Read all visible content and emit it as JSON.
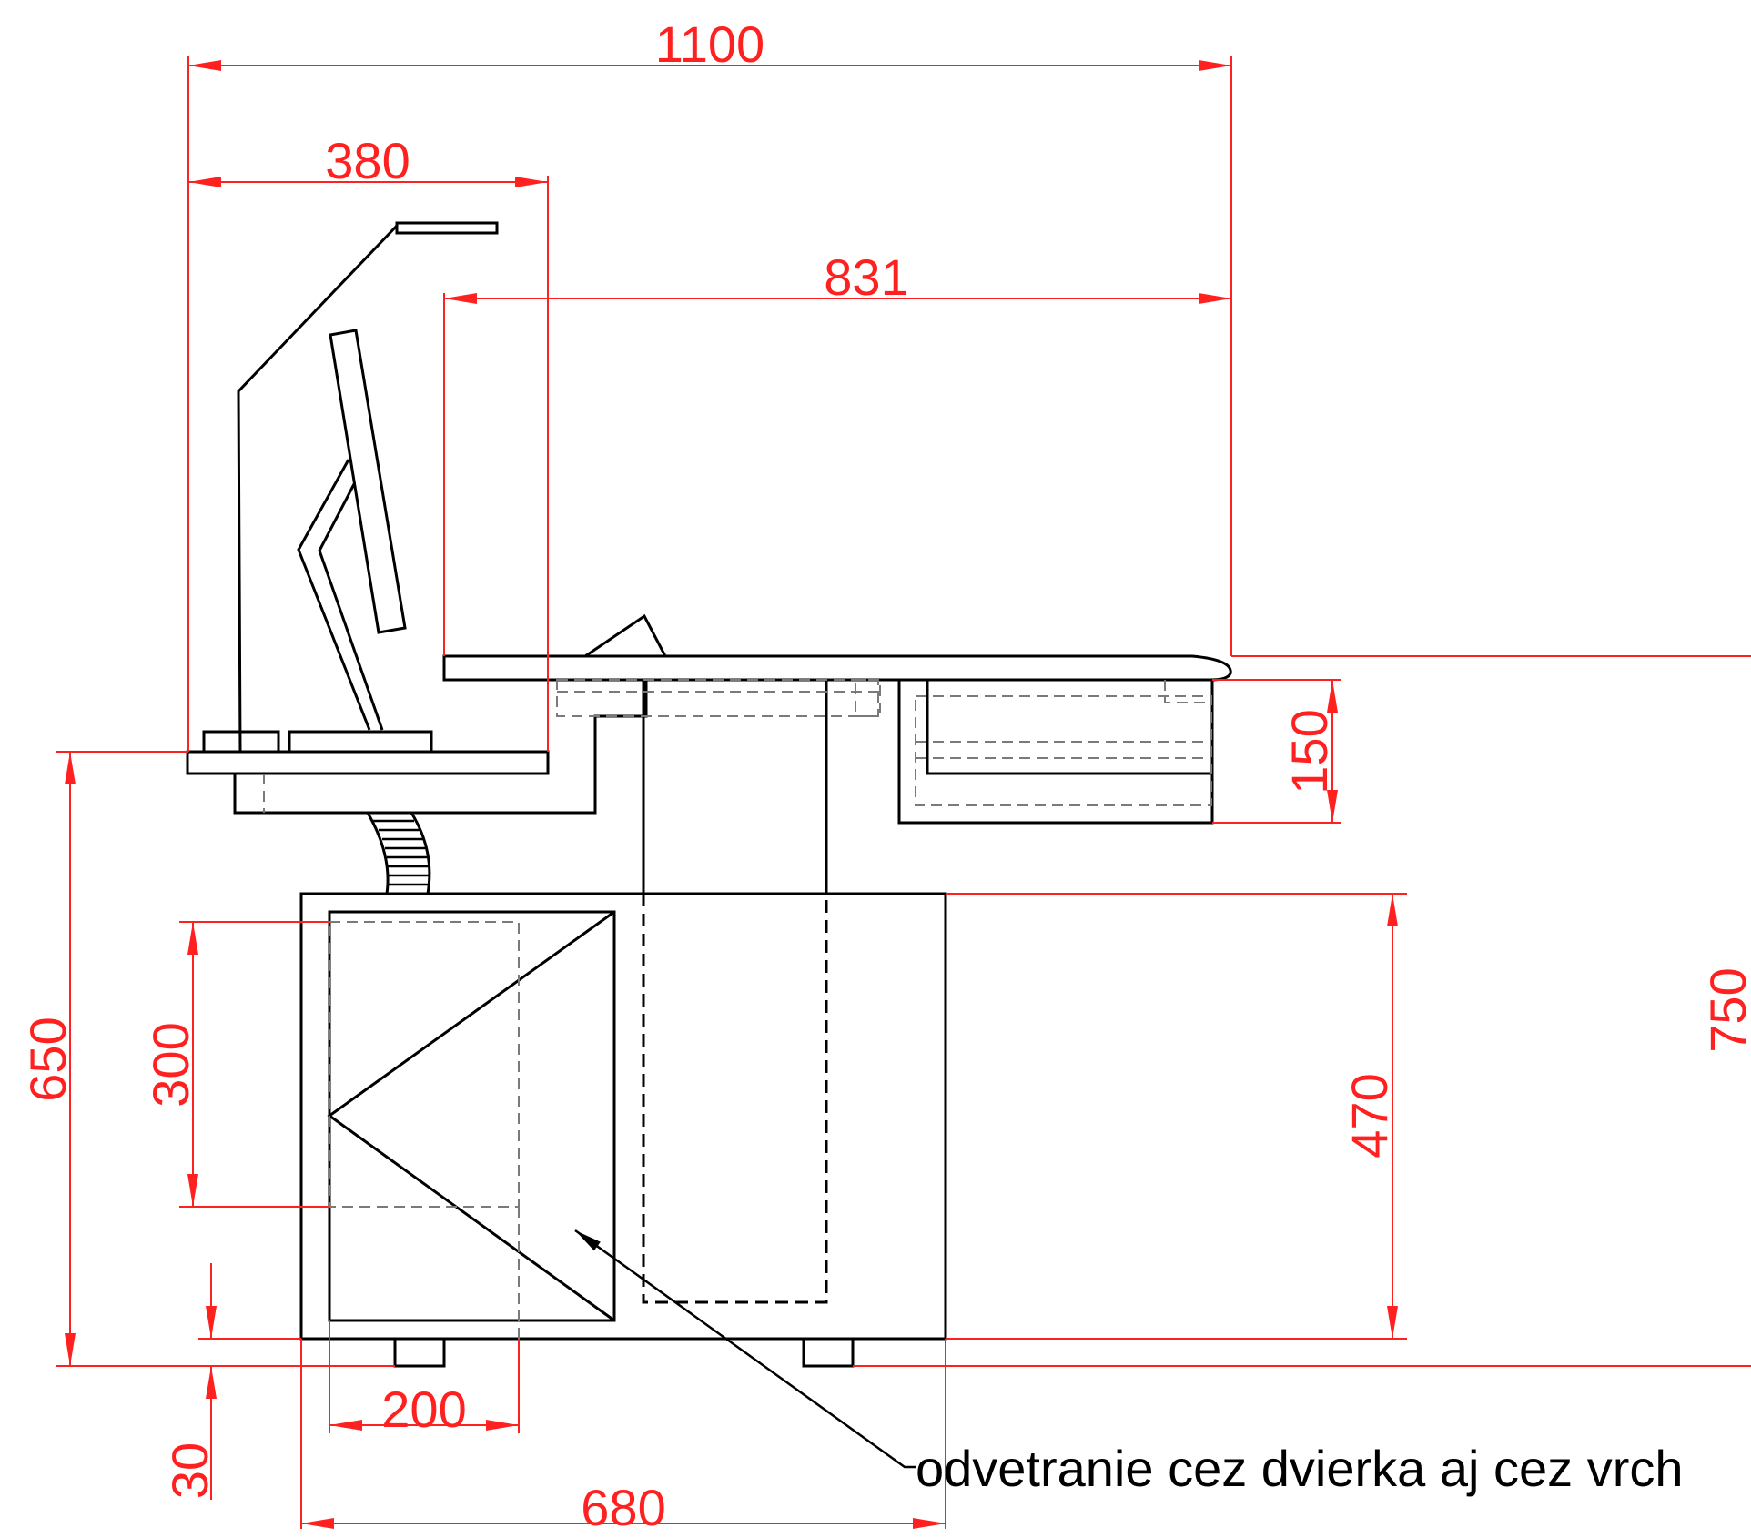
{
  "colors": {
    "dimension": "#ff2020",
    "outline": "#000000",
    "hidden": "#7a7a7a"
  },
  "dimensions": {
    "overall_width": "1100",
    "upper_shelf_width": "380",
    "desk_depth": "831",
    "drawer_height": "150",
    "under_desk_height": "650",
    "door_height": "300",
    "cabinet_height": "470",
    "total_height": "750",
    "vent_width": "200",
    "foot_height": "30",
    "cabinet_width": "680"
  },
  "annotations": {
    "ventilation_note": "odvetranie cez dvierka aj cez vrch"
  }
}
